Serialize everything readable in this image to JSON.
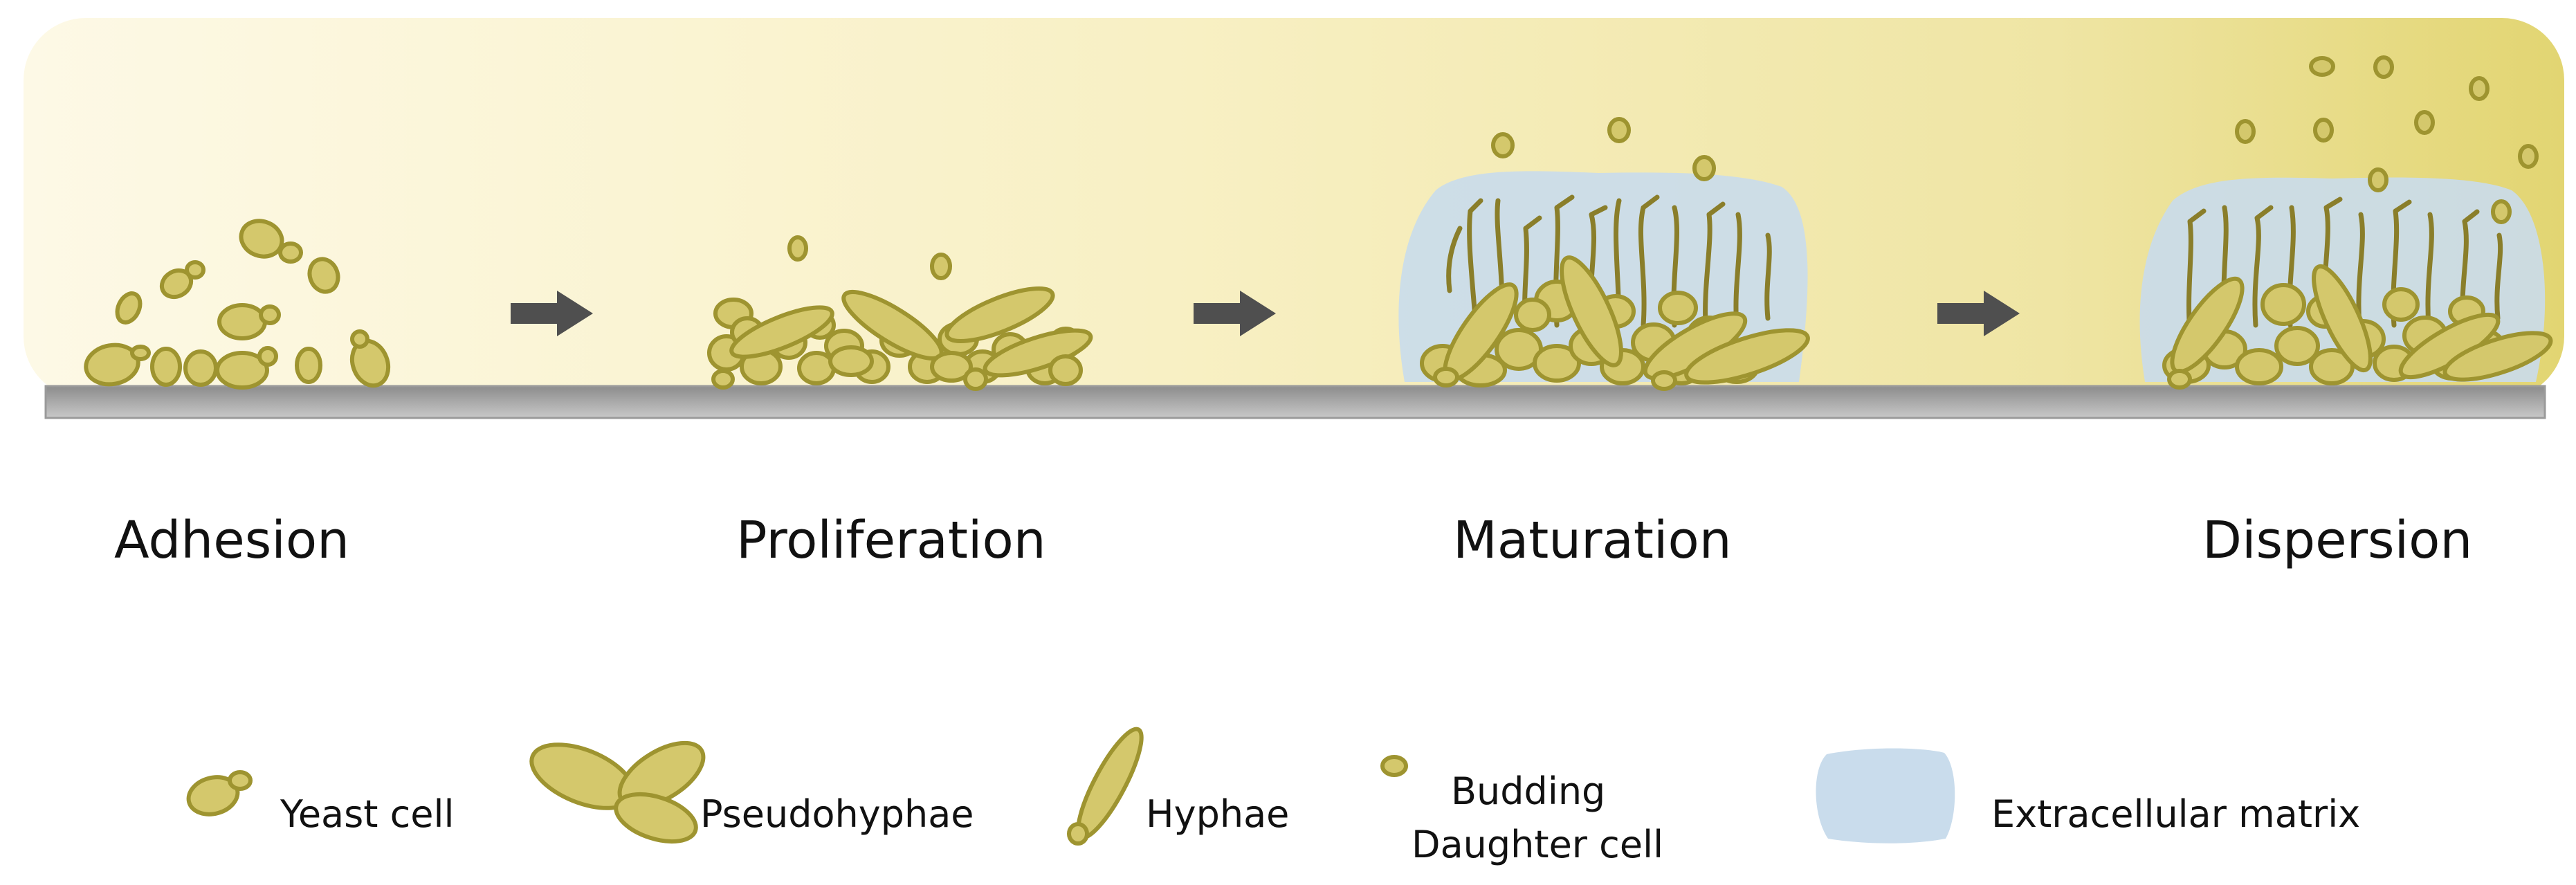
{
  "stages": [
    {
      "name": "adhesion",
      "label": "Adhesion"
    },
    {
      "name": "proliferation",
      "label": "Proliferation"
    },
    {
      "name": "maturation",
      "label": "Maturation"
    },
    {
      "name": "dispersion",
      "label": "Dispersion"
    }
  ],
  "legend": {
    "yeast_cell": "Yeast cell",
    "pseudohyphae": "Pseudohyphae",
    "hyphae": "Hyphae",
    "budding_line1": "Budding",
    "budding_line2": "Daughter cell",
    "matrix": "Extracellular matrix"
  },
  "colors": {
    "background_start": "#fdf9e4",
    "background_end": "#e5d97a",
    "cell_fill": "#d4c86c",
    "cell_stroke": "#9e9430",
    "hyphae_stroke": "#8a7e2a",
    "matrix_fill": "#c9dcec",
    "surface": "#9a9a9a",
    "arrow": "#4f4f4f"
  },
  "icons": {
    "arrow": "right-arrow-icon",
    "yeast": "yeast-cell-icon",
    "pseudohyphae": "pseudohyphae-icon",
    "hyphae": "hyphae-icon",
    "budding": "budding-daughter-cell-icon",
    "matrix": "extracellular-matrix-icon"
  }
}
